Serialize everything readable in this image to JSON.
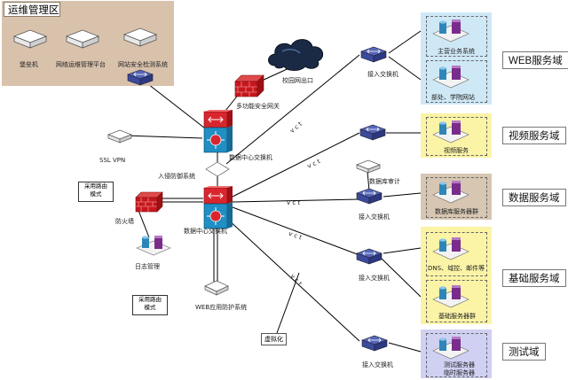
{
  "ops_zone": {
    "title": "运维管理区",
    "bastion": "堡垒机",
    "netops": "网络运维管理平台",
    "websec": "网站安全检测系统"
  },
  "campus_exit": "校园网出口",
  "multi_gateway": "多功能安全网关",
  "core_switch_top": "数据中心交换机",
  "core_switch_main": "数据中心交换机",
  "ids": "入侵防御系统",
  "ssl_vpn": "SSL VPN",
  "firewall": "防火墙",
  "log_mgmt": "日志管理",
  "bypass_note_1": "采用路由\n模式",
  "bypass_note_2": "采用路由\n模式",
  "waf": "WEB应用防护系统",
  "virtualization": "虚拟化",
  "db_audit": "数据库审计",
  "access_switch_label": "接入交换机",
  "link_label": "v c t",
  "domains": {
    "web": {
      "name": "WEB服务域",
      "server1": "主营业务系统",
      "server2": "部处、学院网站"
    },
    "video": {
      "name": "视频服务域",
      "server": "视频服务"
    },
    "data": {
      "name": "数据服务域",
      "server": "数据库服务器群"
    },
    "base": {
      "name": "基础服务域",
      "server1": "DNS、域控、邮件等",
      "server2": "基础服务器群"
    },
    "test": {
      "name": "测试域",
      "server1": "测试服务器",
      "server2": "临时服务器"
    }
  },
  "colors": {
    "ops_zone_bg": "#d9c2ac",
    "web_bg": "#cfe8f6",
    "video_bg": "#fbf4a6",
    "data_bg": "#d6c6b2",
    "base_bg": "#fbf4a6",
    "test_bg": "#cfd0f2",
    "switch_blue": "#3b4a9a",
    "firewall_red": "#c8161d"
  }
}
